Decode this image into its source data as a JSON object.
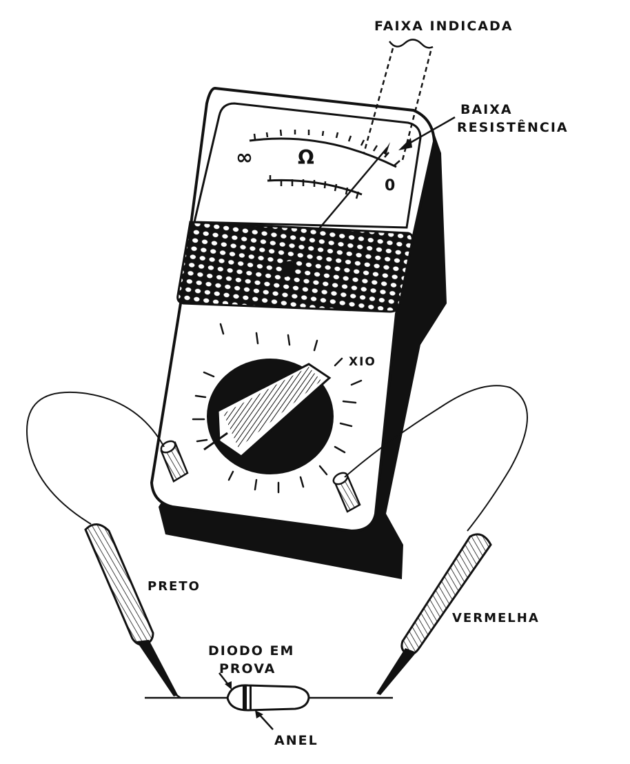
{
  "labels": {
    "faixa_indicada": "FAIXA INDICADA",
    "baixa": "BAIXA",
    "resistencia": "RESISTÊNCIA",
    "infinity": "∞",
    "ohm": "Ω",
    "zero": "0",
    "x10": "XIO",
    "preto": "PRETO",
    "vermelha": "VERMELHA",
    "diodo_em": "DIODO EM",
    "prova": "PROVA",
    "anel": "ANEL"
  },
  "colors": {
    "ink": "#111111",
    "paper": "#ffffff"
  }
}
